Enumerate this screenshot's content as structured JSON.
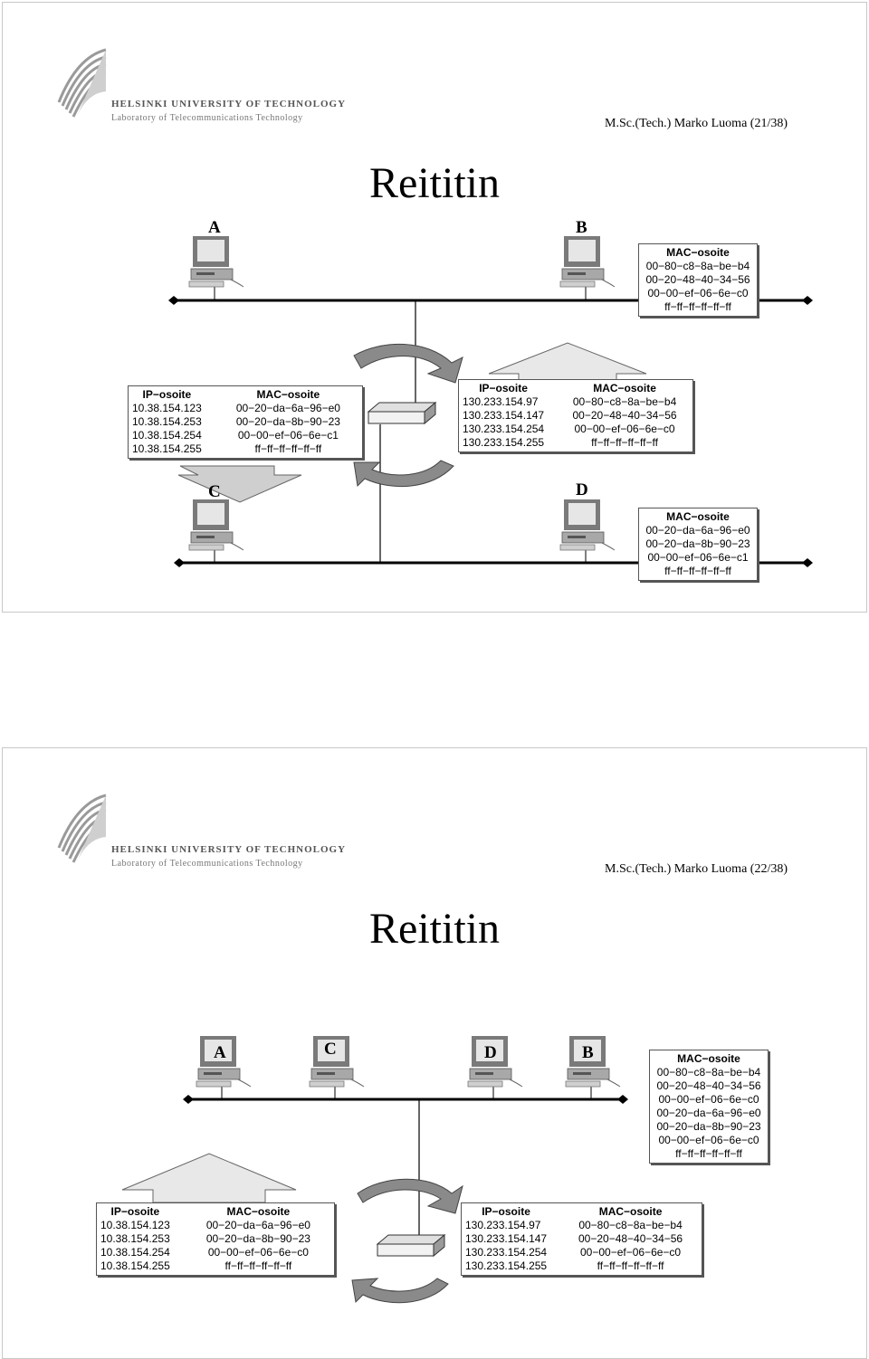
{
  "slides": [
    {
      "author": "M.Sc.(Tech.) Marko Luoma (21/38)",
      "title": "Reititin",
      "university": "HELSINKI UNIVERSITY OF TECHNOLOGY",
      "laboratory": "Laboratory of Telecommunications Technology",
      "nodes": {
        "a": "A",
        "b": "B",
        "c": "C",
        "d": "D"
      },
      "mac_top": {
        "header": "MAC−osoite",
        "rows": [
          "00−80−c8−8a−be−b4",
          "00−20−48−40−34−56",
          "00−00−ef−06−6e−c0",
          "ff−ff−ff−ff−ff−ff"
        ]
      },
      "mac_bottom": {
        "header": "MAC−osoite",
        "rows": [
          "00−20−da−6a−96−e0",
          "00−20−da−8b−90−23",
          "00−00−ef−06−6e−c1",
          "ff−ff−ff−ff−ff−ff"
        ]
      },
      "left_table": {
        "ip_header": "IP−osoite",
        "mac_header": "MAC−osoite",
        "ip": [
          "10.38.154.123",
          "10.38.154.253",
          "10.38.154.254",
          "10.38.154.255"
        ],
        "mac": [
          "00−20−da−6a−96−e0",
          "00−20−da−8b−90−23",
          "00−00−ef−06−6e−c1",
          "ff−ff−ff−ff−ff−ff"
        ]
      },
      "right_table": {
        "ip_header": "IP−osoite",
        "mac_header": "MAC−osoite",
        "ip": [
          "130.233.154.97",
          "130.233.154.147",
          "130.233.154.254",
          "130.233.154.255"
        ],
        "mac": [
          "00−80−c8−8a−be−b4",
          "00−20−48−40−34−56",
          "00−00−ef−06−6e−c0",
          "ff−ff−ff−ff−ff−ff"
        ]
      }
    },
    {
      "author": "M.Sc.(Tech.) Marko Luoma (22/38)",
      "title": "Reititin",
      "university": "HELSINKI UNIVERSITY OF TECHNOLOGY",
      "laboratory": "Laboratory of Telecommunications Technology",
      "nodes": {
        "a": "A",
        "c": "C",
        "d": "D",
        "b": "B"
      },
      "mac_list": {
        "header": "MAC−osoite",
        "rows": [
          "00−80−c8−8a−be−b4",
          "00−20−48−40−34−56",
          "00−00−ef−06−6e−c0",
          "00−20−da−6a−96−e0",
          "00−20−da−8b−90−23",
          "00−00−ef−06−6e−c0",
          "ff−ff−ff−ff−ff−ff"
        ]
      },
      "left_table": {
        "ip_header": "IP−osoite",
        "mac_header": "MAC−osoite",
        "ip": [
          "10.38.154.123",
          "10.38.154.253",
          "10.38.154.254",
          "10.38.154.255"
        ],
        "mac": [
          "00−20−da−6a−96−e0",
          "00−20−da−8b−90−23",
          "00−00−ef−06−6e−c0",
          "ff−ff−ff−ff−ff−ff"
        ]
      },
      "right_table": {
        "ip_header": "IP−osoite",
        "mac_header": "MAC−osoite",
        "ip": [
          "130.233.154.97",
          "130.233.154.147",
          "130.233.154.254",
          "130.233.154.255"
        ],
        "mac": [
          "00−80−c8−8a−be−b4",
          "00−20−48−40−34−56",
          "00−00−ef−06−6e−c0",
          "ff−ff−ff−ff−ff−ff"
        ]
      }
    }
  ]
}
